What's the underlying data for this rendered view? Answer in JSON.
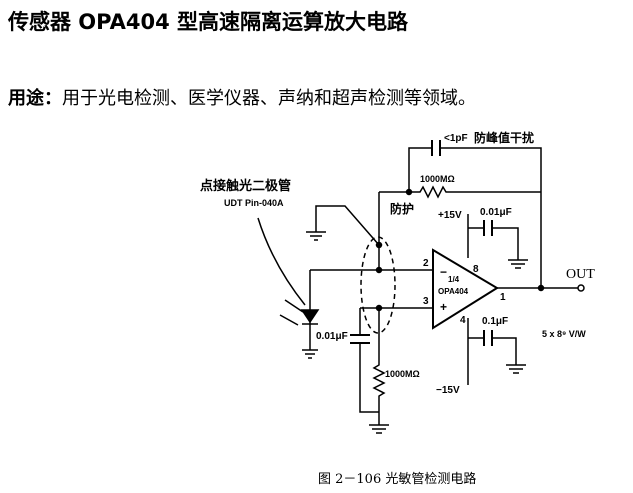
{
  "title": "传感器 OPA404 型高速隔离运算放大电路",
  "usage": {
    "label": "用途：",
    "text": "用于光电检测、医学仪器、声纳和超声检测等领域。"
  },
  "circuit": {
    "diode_label": "点接触光二极管",
    "diode_part": "UDT Pin-040A",
    "feedback_cap": "<1pF",
    "feedback_note": "防峰值干扰",
    "feedback_res": "1000MΩ",
    "guard": "防护",
    "vpos": "+15V",
    "cap_pos": "0.01μF",
    "pin2": "2",
    "pin3": "3",
    "pin8": "8",
    "pin4": "4",
    "pin1": "1",
    "minus": "−",
    "plus": "+",
    "opamp_frac": "1/4",
    "opamp_name": "OPA404",
    "out": "OUT",
    "gain": "5 x 8⁹ V/W",
    "cap_in": "0.01μF",
    "res_in": "1000MΩ",
    "cap_neg": "0.1μF",
    "vneg": "−15V"
  },
  "caption": "图 2－106   光敏管检测电路"
}
